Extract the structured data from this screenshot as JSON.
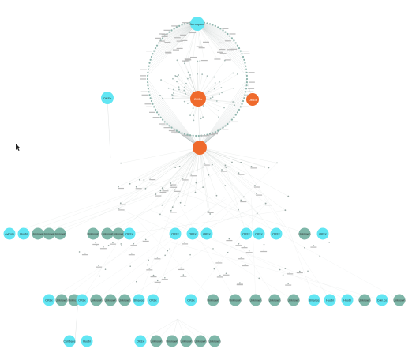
{
  "nodes": {
    "top": "Aerospace",
    "left_node": "OKEx",
    "center_node": "OKEx",
    "right_node": "OKEx",
    "hub_node": "",
    "row1": [
      "AvCoin",
      "Huobi",
      "Unknown",
      "Unknown",
      "Unknown",
      "Unknown",
      "Unknown",
      "Unknown",
      "OKEx",
      "OKEx",
      "OKEx",
      "OKEx",
      "OKEx",
      "OKEx",
      "OKEx",
      "Unknown",
      "OKEx"
    ],
    "row2": [
      "OKEx",
      "Unknown",
      "Unknown",
      "OKEx",
      "Unknown",
      "Unknown",
      "Unknown",
      "Binance",
      "OKEx",
      "OKEx",
      "Unknown",
      "Unknown",
      "Unknown",
      "Unknown",
      "Unknown",
      "Binance",
      "Huobi",
      "Huobi",
      "Unknown",
      "Coin.co",
      "Unknown"
    ],
    "row3a": [
      "Coinbase",
      "Huobi"
    ],
    "row3b": [
      "OKEx",
      "Unknown",
      "Unknown",
      "Unknown",
      "Unknown",
      "Unknown"
    ]
  },
  "colors": {
    "cyan": "#62e6f3",
    "teal": "#7fb7a9",
    "orange": "#ef6a2c",
    "orange_dark": "#d9531a",
    "edge": "#9aa5a3",
    "label": "#555555",
    "bg": "#ffffff"
  },
  "icons": {
    "cursor": "mouse-cursor-icon"
  }
}
